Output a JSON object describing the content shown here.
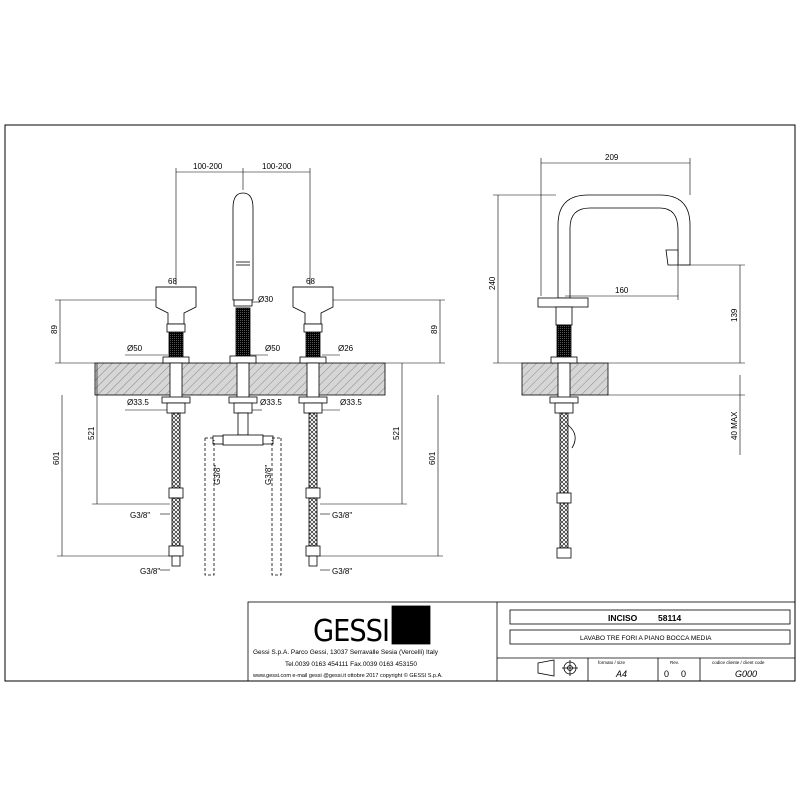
{
  "front_view": {
    "dim_spacing_left": "100-200",
    "dim_spacing_right": "100-200",
    "dim_handle_left": "68",
    "dim_handle_right": "68",
    "dim_spout_dia": "Ø30",
    "dim_base_left": "Ø50",
    "dim_base_center": "Ø50",
    "dim_base_right": "Ø26",
    "dim_height_left": "89",
    "dim_height_right": "89",
    "dim_shank_left": "Ø33.5",
    "dim_shank_center": "Ø33.5",
    "dim_shank_right": "Ø33.5",
    "dim_hose_left_521": "521",
    "dim_hose_left_601": "601",
    "dim_hose_right_521": "521",
    "dim_hose_right_601": "601",
    "conn_left_upper": "G3/8\"",
    "conn_left_lower": "G3/8\"",
    "conn_center_left": "G3/8\"",
    "conn_center_right": "G3/8\"",
    "conn_right_upper": "G3/8\"",
    "conn_right_lower": "G3/8\""
  },
  "side_view": {
    "dim_reach": "209",
    "dim_height": "240",
    "dim_spout_offset": "160",
    "dim_body_height": "139",
    "dim_max_thickness": "40 MAX"
  },
  "title_block": {
    "brand": "GESSI",
    "product_name": "INCISO",
    "product_code": "58114",
    "description": "LAVABO TRE FORI A PIANO BOCCA MEDIA",
    "company_line1": "Gessi S.p.A. Parco Gessi, 13037 Serravalle Sesia (Vercelli) Italy",
    "company_line2": "Tel.0039  0163  454111  Fax.0039  0163  453150",
    "company_line3": "www.gessi.com  e-mail  gessi @gessi.it   ottobre  2017   copyright © GESSI  S.p.A.",
    "format_label": "formato / size",
    "format_value": "A4",
    "rev_label": "Rev.",
    "rev_value_1": "0",
    "rev_value_2": "0",
    "client_code_label": "codice cliente / client code",
    "client_code_value": "G000"
  }
}
